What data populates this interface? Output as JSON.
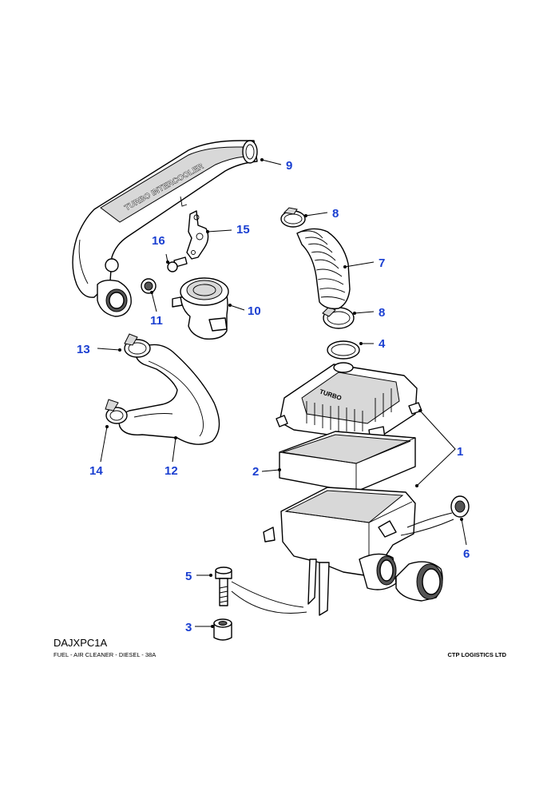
{
  "diagram": {
    "code": "DAJXPC1A",
    "description": "FUEL - AIR CLEANER - DIESEL - 38A",
    "company": "CTP LOGISTICS LTD",
    "embossed_texts": [
      "TURBO INTERCOOLER",
      "TURBO"
    ],
    "callouts": [
      "1",
      "2",
      "3",
      "4",
      "5",
      "6",
      "7",
      "8",
      "9",
      "10",
      "11",
      "12",
      "13",
      "14",
      "15",
      "16"
    ],
    "callout_color": "#1a3fd1",
    "parts": [
      "intercooler-duct",
      "bracket",
      "screw",
      "grommet",
      "breather-valve",
      "hose-clamp",
      "convoluted-hose",
      "seal-ring",
      "air-cleaner-cover",
      "filter-element",
      "air-cleaner-housing",
      "rubber-grommet",
      "bolt",
      "spacer",
      "intercooler-hose",
      "spring-clip"
    ]
  }
}
